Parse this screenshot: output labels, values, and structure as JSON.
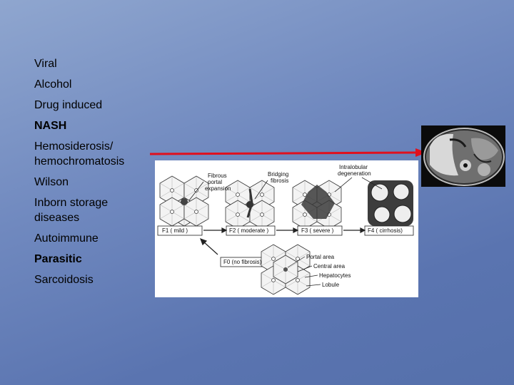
{
  "causes": [
    {
      "label": "Viral",
      "bold": false
    },
    {
      "label": "Alcohol",
      "bold": false
    },
    {
      "label": "Drug induced",
      "bold": false
    },
    {
      "label": "NASH",
      "bold": true
    },
    {
      "label": "Hemosiderosis/ hemochromatosis",
      "bold": false
    },
    {
      "label": "Wilson",
      "bold": false
    },
    {
      "label": "Inborn storage diseases",
      "bold": false
    },
    {
      "label": "Autoimmune",
      "bold": false
    },
    {
      "label": "Parasitic",
      "bold": true
    },
    {
      "label": "Sarcoidosis",
      "bold": false
    }
  ],
  "diagram": {
    "annotations": {
      "fibrous_portal_expansion": [
        "Fibrous",
        "portal",
        "expansion"
      ],
      "bridging_fibrosis": [
        "Bridging",
        "fibrosis"
      ],
      "intralobular_degeneration": [
        "Intralobular",
        "degeneration"
      ]
    },
    "stages": [
      {
        "label": "F1 ( mild )"
      },
      {
        "label": "F2 ( moderate )"
      },
      {
        "label": "F3 ( severe )"
      },
      {
        "label": "F4 ( cirrhosis)"
      }
    ],
    "baseline": "F0 (no fibrosis)",
    "legend": [
      "Portal area",
      "Central area",
      "Hepatocytes",
      "Lobule"
    ]
  },
  "colors": {
    "background_top": "#8fa6cf",
    "background_bottom": "#5570ab",
    "arrow": "#e0101e"
  }
}
